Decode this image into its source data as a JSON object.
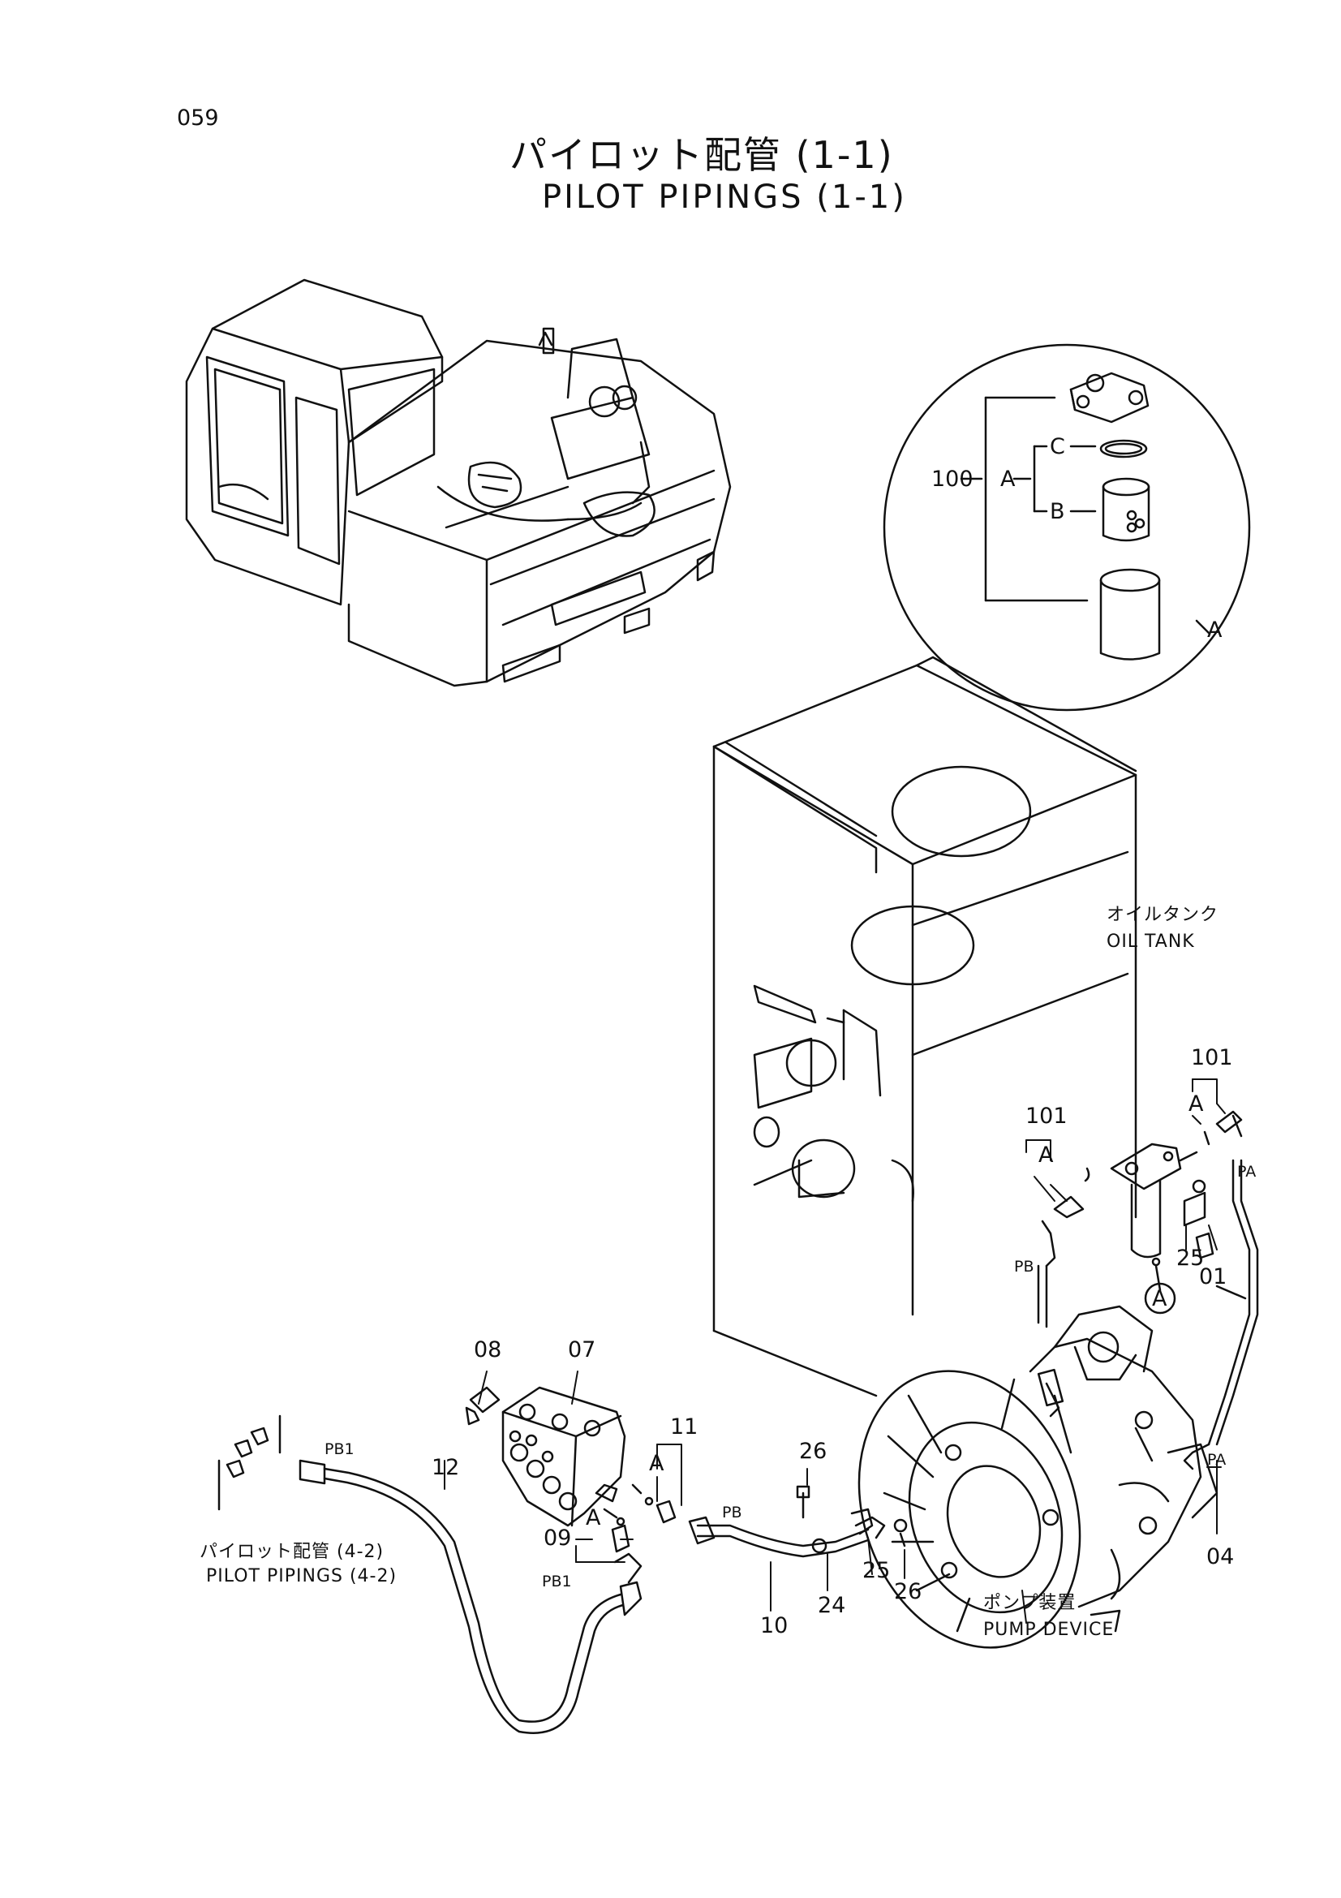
{
  "page_number": "059",
  "title_ja": "パイロット配管 (1-1)",
  "title_en": "PILOT PIPINGS (1-1)",
  "detail": {
    "labels": {
      "l100": "100",
      "lA1": "A",
      "lC": "C",
      "lB": "B",
      "lA2": "A"
    }
  },
  "oil_tank": {
    "ja": "オイルタンク",
    "en": "OIL TANK"
  },
  "pump_device": {
    "ja": "ポンプ装置",
    "en": "PUMP DEVICE"
  },
  "pilot_ref": {
    "ja": "パイロット配管 (4-2)",
    "en": "PILOT PIPINGS (4-2)"
  },
  "callouts": {
    "c101a": "101",
    "c101b": "101",
    "cA1": "A",
    "cA2": "A",
    "cPA1": "PA",
    "cPB1": "PB",
    "c25a": "25",
    "c01": "01",
    "cAcirc": "A",
    "c08": "08",
    "c07": "07",
    "c11": "11",
    "cA3": "A",
    "cA4": "A",
    "c09": "09",
    "cPB2": "PB1",
    "c12": "12",
    "cPB3": "PB1",
    "c26a": "26",
    "cPB4": "PB",
    "c10": "10",
    "c24": "24",
    "c25b": "25",
    "c26b": "26",
    "cPA2": "PA",
    "c04": "04"
  }
}
